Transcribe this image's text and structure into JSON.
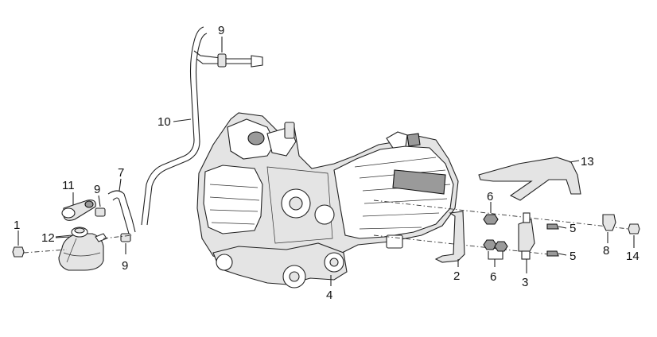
{
  "callouts": [
    {
      "id": "1",
      "label": "1"
    },
    {
      "id": "2",
      "label": "2"
    },
    {
      "id": "3",
      "label": "3"
    },
    {
      "id": "4",
      "label": "4"
    },
    {
      "id": "5a",
      "label": "5"
    },
    {
      "id": "5b",
      "label": "5"
    },
    {
      "id": "6a",
      "label": "6"
    },
    {
      "id": "6b",
      "label": "6"
    },
    {
      "id": "7",
      "label": "7"
    },
    {
      "id": "8",
      "label": "8"
    },
    {
      "id": "9a",
      "label": "9"
    },
    {
      "id": "9b",
      "label": "9"
    },
    {
      "id": "9c",
      "label": "9"
    },
    {
      "id": "10",
      "label": "10"
    },
    {
      "id": "11",
      "label": "11"
    },
    {
      "id": "12",
      "label": "12"
    },
    {
      "id": "13",
      "label": "13"
    },
    {
      "id": "14",
      "label": "14"
    }
  ],
  "colors": {
    "ink": "#222222",
    "background": "#ffffff",
    "shade": "#e4e4e4"
  }
}
